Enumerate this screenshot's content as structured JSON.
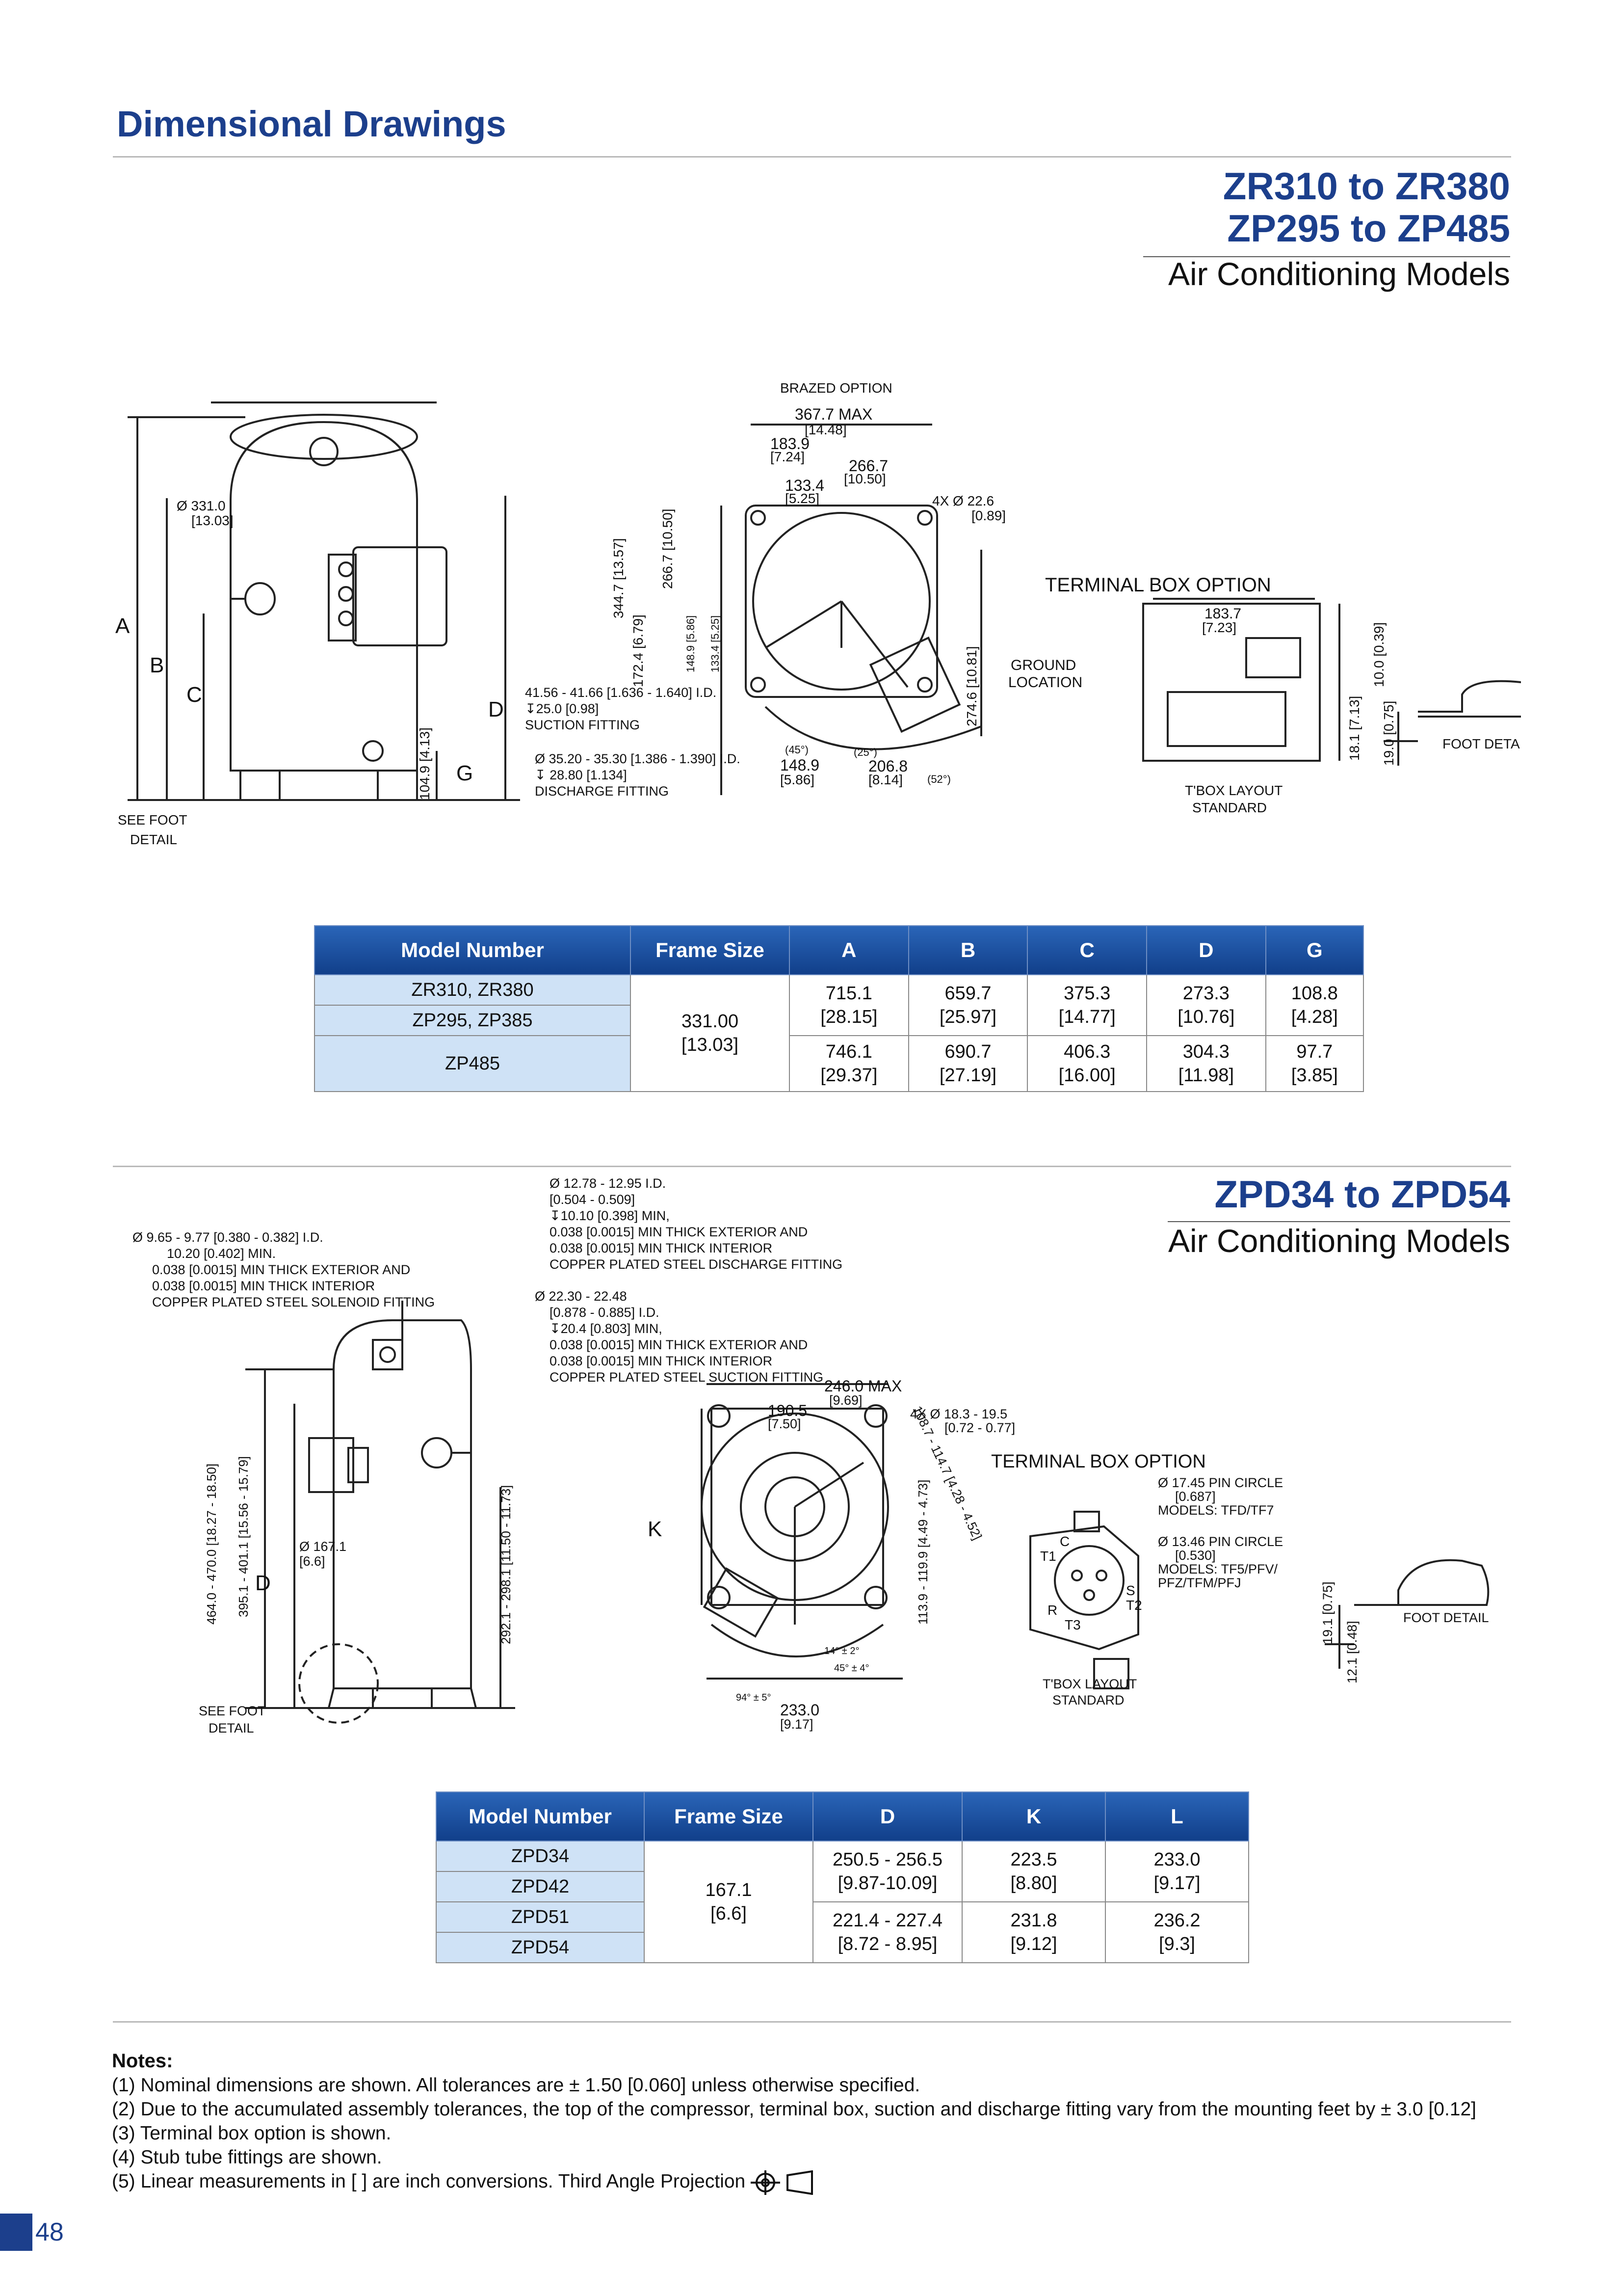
{
  "header": {
    "title": "Dimensional Drawings"
  },
  "section1": {
    "title_line1": "ZR310 to ZR380",
    "title_line2": "ZP295 to ZP485",
    "subtitle": "Air Conditioning Models",
    "labels": {
      "brazed": "BRAZED OPTION",
      "max": "367.7 MAX",
      "max_in": "[14.48]",
      "d1839": "183.9",
      "d1839_in": "[7.24]",
      "d2667": "266.7",
      "d2667_in": "[10.50]",
      "d1334": "133.4",
      "d1334_in": "[5.25]",
      "holes": "4X Ø 22.6",
      "holes_in": "[0.89]",
      "dia": "Ø 331.0",
      "dia_in": "[13.03]",
      "A": "A",
      "B": "B",
      "C": "C",
      "D": "D",
      "G": "G",
      "see_foot": "SEE FOOT",
      "detail": "DETAIL",
      "suction1": "41.56 - 41.66 [1.636 - 1.640] I.D.",
      "suction2": "↧25.0 [0.98]",
      "suction3": "SUCTION FITTING",
      "discharge1": "Ø 35.20 - 35.30 [1.386 - 1.390] I.D.",
      "discharge2": "↧ 28.80 [1.134]",
      "discharge3": "DISCHARGE FITTING",
      "v3447": "344.7 [13.57]",
      "v2667": "266.7 [10.50]",
      "v1724": "172.4 [6.79]",
      "v1489": "148.9 [5.86]",
      "v1334": "133.4 [5.25]",
      "v2746": "274.6 [10.81]",
      "v1049": "104.9 [4.13]",
      "a45": "(45°)",
      "a25": "(25°)",
      "a52": "(52°)",
      "h1489": "148.9",
      "h1489_in": "[5.86]",
      "h2068": "206.8",
      "h2068_in": "[8.14]",
      "tbox": "TERMINAL BOX OPTION",
      "t1837": "183.7",
      "t1837_in": "[7.23]",
      "ground1": "GROUND",
      "ground2": "LOCATION",
      "tlay1": "T'BOX LAYOUT",
      "tlay2": "STANDARD",
      "v181": "18.1 [7.13]",
      "v100": "10.0 [0.39]",
      "v190": "19.0 [0.75]",
      "foot": "FOOT DETAIL"
    },
    "table": {
      "headers": [
        "Model Number",
        "Frame Size",
        "A",
        "B",
        "C",
        "D",
        "G"
      ],
      "models": [
        "ZR310, ZR380",
        "ZP295, ZP385",
        "ZP485"
      ],
      "frame": [
        "331.00",
        "[13.03]"
      ],
      "row1": [
        [
          "715.1",
          "[28.15]"
        ],
        [
          "659.7",
          "[25.97]"
        ],
        [
          "375.3",
          "[14.77]"
        ],
        [
          "273.3",
          "[10.76]"
        ],
        [
          "108.8",
          "[4.28]"
        ]
      ],
      "row2": [
        [
          "746.1",
          "[29.37]"
        ],
        [
          "690.7",
          "[27.19]"
        ],
        [
          "406.3",
          "[16.00]"
        ],
        [
          "304.3",
          "[11.98]"
        ],
        [
          "97.7",
          "[3.85]"
        ]
      ]
    }
  },
  "section2": {
    "title": "ZPD34 to ZPD54",
    "subtitle": "Air Conditioning Models",
    "labels": {
      "dis1": "Ø 12.78 - 12.95 I.D.",
      "dis2": "[0.504 - 0.509]",
      "dis3": "↧10.10 [0.398] MIN,",
      "dis4": "0.038 [0.0015] MIN THICK EXTERIOR AND",
      "dis5": "0.038 [0.0015] MIN THICK INTERIOR",
      "dis6": "COPPER PLATED STEEL DISCHARGE FITTING",
      "sol1": "Ø 9.65 - 9.77 [0.380 - 0.382] I.D.",
      "sol2": "10.20 [0.402] MIN.",
      "sol3": "0.038 [0.0015] MIN THICK EXTERIOR AND",
      "sol4": "0.038 [0.0015] MIN THICK INTERIOR",
      "sol5": "COPPER PLATED STEEL SOLENOID FITTING",
      "suc1": "Ø 22.30 - 22.48",
      "suc2": "[0.878 - 0.885] I.D.",
      "suc3": "↧20.4 [0.803] MIN,",
      "suc4": "0.038 [0.0015] MIN THICK EXTERIOR AND",
      "suc5": "0.038 [0.0015] MIN THICK INTERIOR",
      "suc6": "COPPER PLATED STEEL SUCTION FITTING",
      "max": "246.0 MAX",
      "max_in": "[9.69]",
      "d1905": "190.5",
      "d1905_in": "[7.50]",
      "holes": "4X Ø 18.3 - 19.5",
      "holes_in": "[0.72 - 0.77]",
      "v464": "464.0 - 470.0 [18.27 - 18.50]",
      "v395": "395.1 - 401.1 [15.56 - 15.79]",
      "dia": "Ø 167.1",
      "dia_in": "[6.6]",
      "D": "D",
      "K": "K",
      "v292": "292.1 - 298.1 [11.50 - 11.73]",
      "v1087": "108.7 - 114.7 [4.28 - 4.52]",
      "v1139": "113.9 - 119.9 [4.49 - 4.73]",
      "a14": "14° ± 2°",
      "a45": "45° ± 4°",
      "a94": "94° ± 5°",
      "h233": "233.0",
      "h233_in": "[9.17]",
      "see_foot": "SEE FOOT",
      "detail": "DETAIL",
      "tbox": "TERMINAL BOX OPTION",
      "pin1": "Ø 17.45 PIN CIRCLE",
      "pin1b": "[0.687]",
      "pin1c": "MODELS: TFD/TF7",
      "pin2": "Ø 13.46 PIN CIRCLE",
      "pin2b": "[0.530]",
      "pin2c": "MODELS: TF5/PFV/",
      "pin2d": "PFZ/TFM/PFJ",
      "C": "C",
      "T1": "T1",
      "S": "S",
      "T2": "T2",
      "R": "R",
      "T3": "T3",
      "tlay1": "T'BOX LAYOUT",
      "tlay2": "STANDARD",
      "v191": "19.1 [0.75]",
      "v121": "12.1 [0.48]",
      "foot": "FOOT DETAIL"
    },
    "table": {
      "headers": [
        "Model Number",
        "Frame Size",
        "D",
        "K",
        "L"
      ],
      "models": [
        "ZPD34",
        "ZPD42",
        "ZPD51",
        "ZPD54"
      ],
      "frame": [
        "167.1",
        "[6.6]"
      ],
      "row1": [
        [
          "250.5 - 256.5",
          "[9.87-10.09]"
        ],
        [
          "223.5",
          "[8.80]"
        ],
        [
          "233.0",
          "[9.17]"
        ]
      ],
      "row2": [
        [
          "221.4 - 227.4",
          "[8.72 - 8.95]"
        ],
        [
          "231.8",
          "[9.12]"
        ],
        [
          "236.2",
          "[9.3]"
        ]
      ]
    }
  },
  "notes": {
    "title": "Notes:",
    "items": [
      "(1) Nominal dimensions are shown. All tolerances are ± 1.50 [0.060] unless otherwise specified.",
      "(2) Due to the accumulated assembly tolerances, the top of the compressor, terminal box, suction and discharge fitting vary from the mounting feet by ± 3.0 [0.12]",
      "(3) Terminal box option is shown.",
      "(4) Stub tube fittings are shown.",
      "(5) Linear measurements in [ ] are inch conversions. Third Angle Projection"
    ]
  },
  "page_number": "48"
}
